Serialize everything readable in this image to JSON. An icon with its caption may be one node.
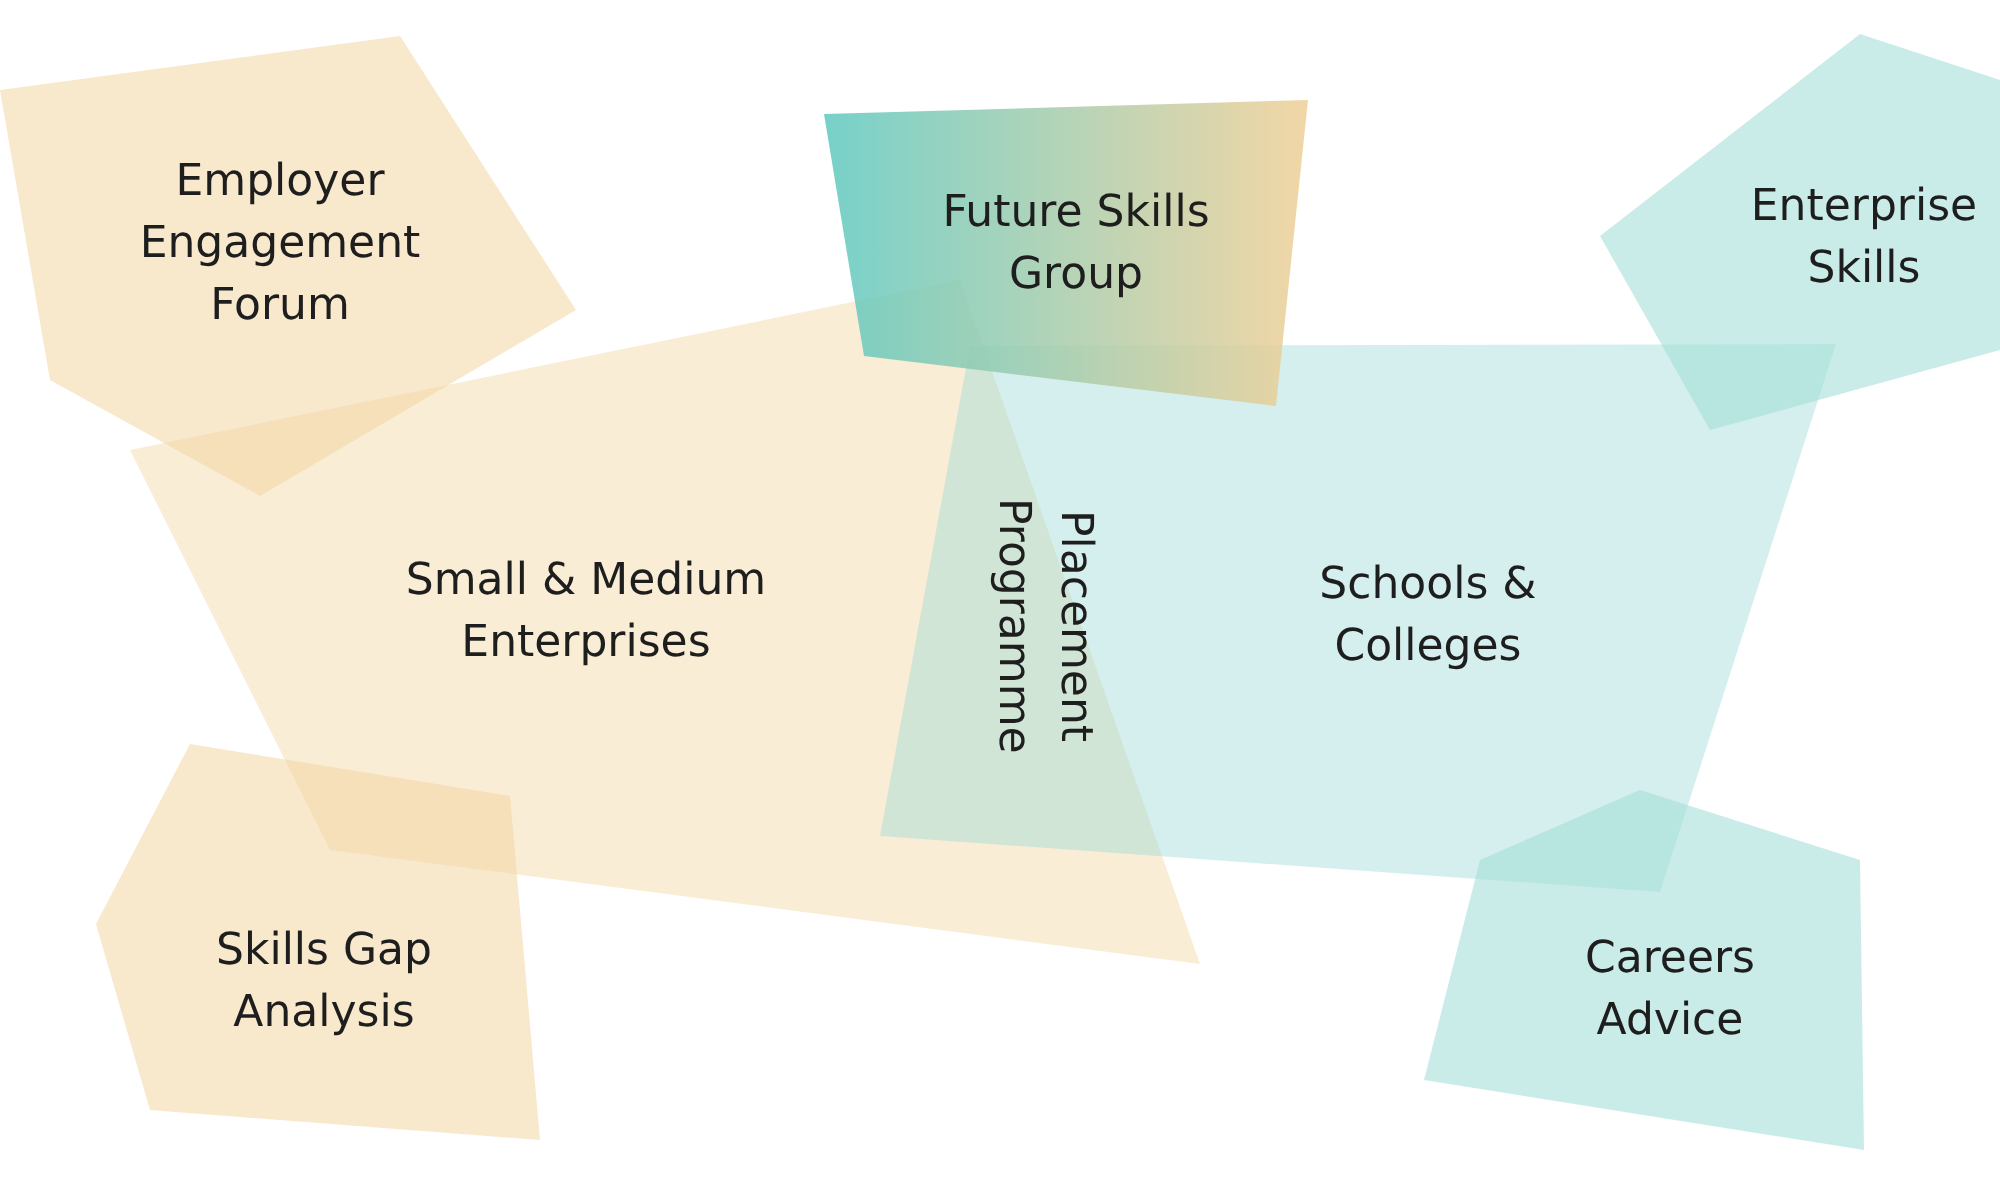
{
  "diagram": {
    "nodes": [
      {
        "text": [
          "Employer Engagement Forum"
        ]
      },
      {
        "text": [
          "Future Skills Group"
        ]
      },
      {
        "text": [
          "Enterprise Skills"
        ]
      },
      {
        "text": [
          "Small & Medium Enterprises"
        ]
      },
      {
        "text": [
          "Placement Programme"
        ]
      },
      {
        "text": [
          "Schools & Colleges"
        ]
      },
      {
        "text": [
          "Skills Gap Analysis"
        ]
      },
      {
        "text": [
          "Careers Advice"
        ]
      }
    ]
  }
}
